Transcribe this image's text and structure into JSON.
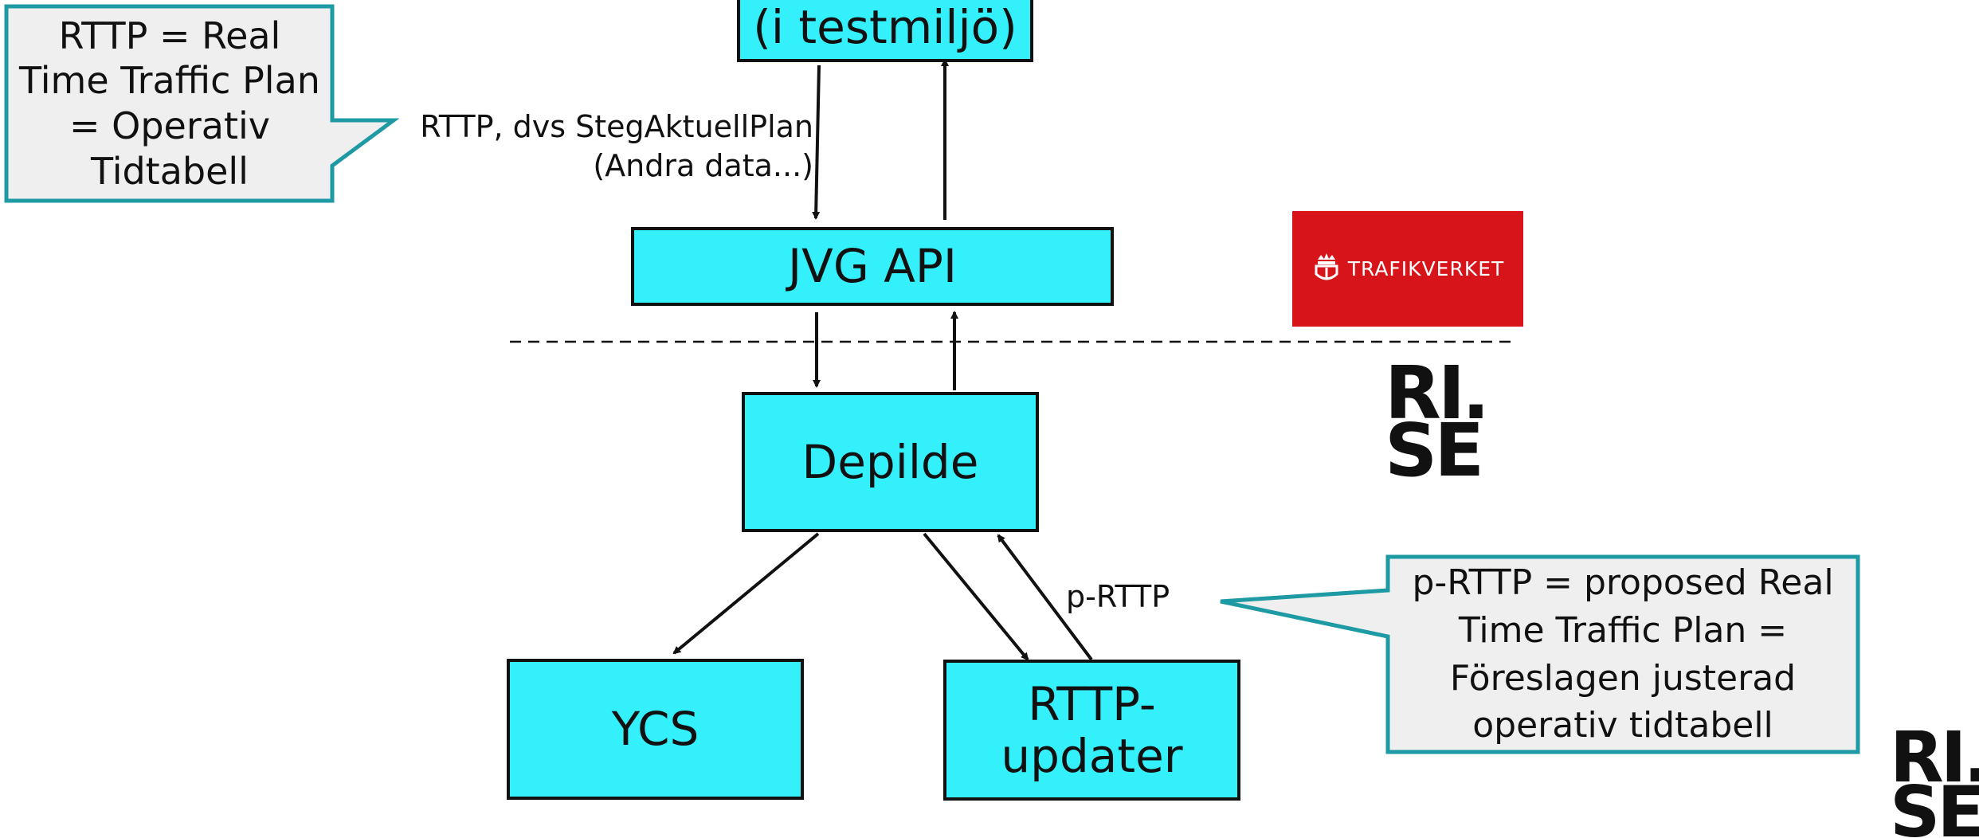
{
  "boxes": {
    "top": "(i testmiljö)",
    "jvg_api": "JVG API",
    "depilde": "Depilde",
    "ycs": "YCS",
    "rttp_updater_line1": "RTTP-",
    "rttp_updater_line2": "updater"
  },
  "callouts": {
    "left": [
      "RTTP = Real",
      "Time Traffic Plan",
      "= Operativ",
      "Tidtabell"
    ],
    "right": [
      "p-RTTP = proposed Real",
      "Time Traffic Plan =",
      "Föreslagen justerad",
      "operativ tidtabell"
    ]
  },
  "labels": {
    "rttp_line1": "RTTP, dvs StegAktuellPlan",
    "rttp_line2": "(Andra data...)",
    "p_rttp": "p-RTTP"
  },
  "logos": {
    "trafikverket": "TRAFIKVERKET",
    "rise_top": "RI.",
    "rise_bottom": "SE",
    "trafikverket_color": "#d7141a"
  },
  "colors": {
    "box_fill": "#33f0fb",
    "callout_fill": "#efefef",
    "callout_border": "#1d9aa3"
  }
}
